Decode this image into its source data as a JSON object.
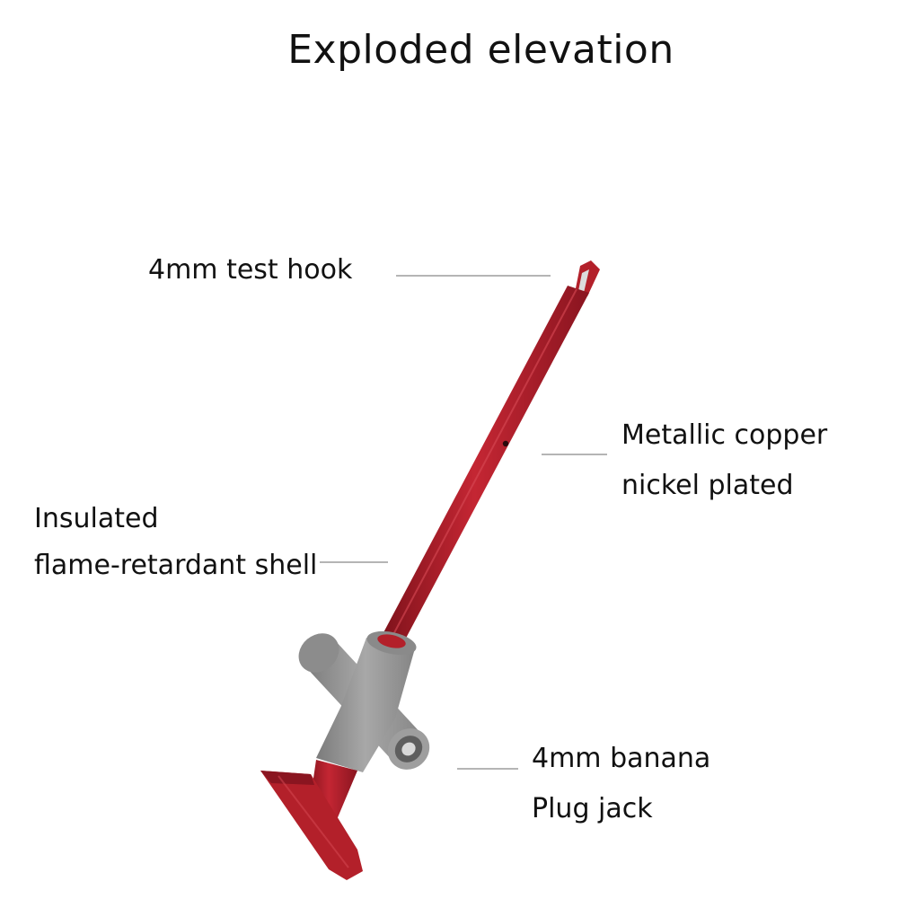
{
  "title": "Exploded elevation",
  "labels": {
    "test_hook": "4mm test hook",
    "metallic_line1": "Metallic copper",
    "metallic_line2": "nickel plated",
    "insulated_line1": "Insulated",
    "insulated_line2": "flame-retardant shell",
    "banana_line1": "4mm banana",
    "banana_line2": "Plug jack"
  },
  "colors": {
    "probe_red": "#b3202a",
    "probe_red_dark": "#7e121b",
    "shell_gray": "#9a9a9a",
    "shell_gray_dark": "#6f6f6f",
    "leader_line": "#b5b5b5"
  }
}
